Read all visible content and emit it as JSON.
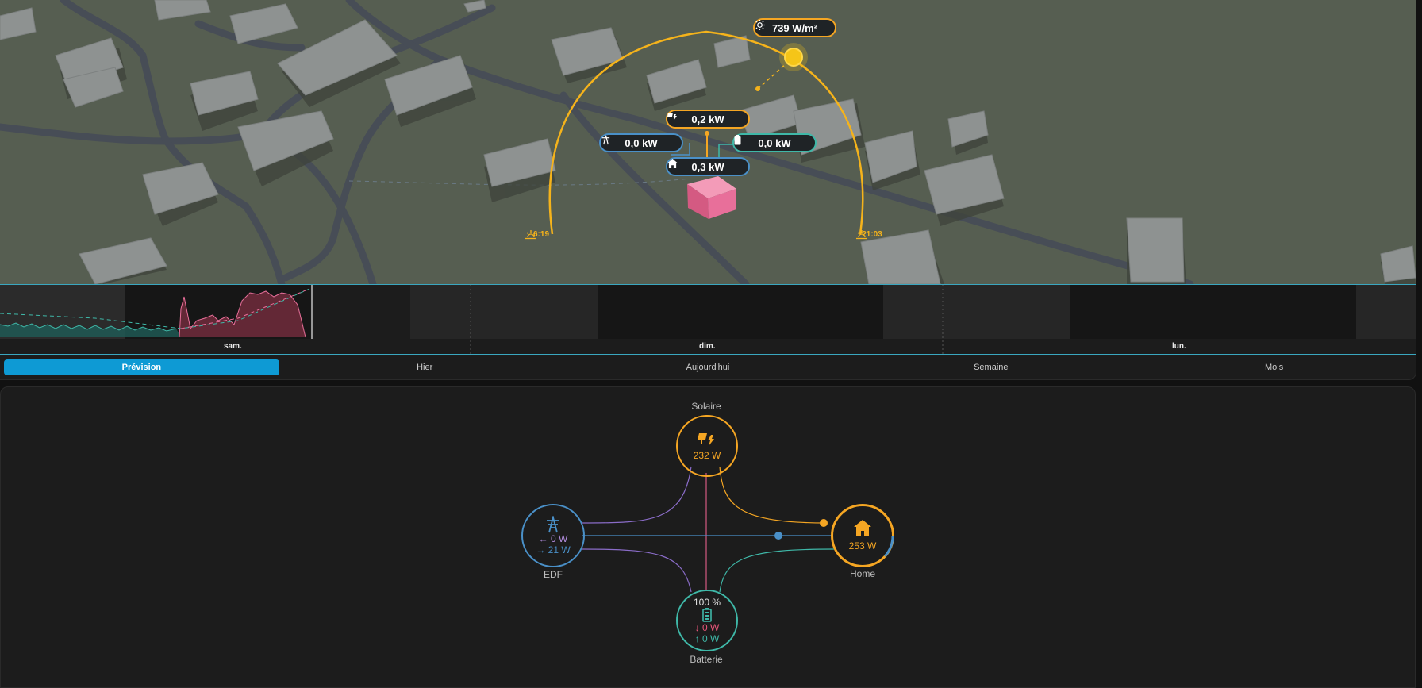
{
  "map": {
    "irradiance": "739 W/m²",
    "solar_power": "0,2 kW",
    "grid_power": "0,0 kW",
    "battery_power": "0,0 kW",
    "home_power": "0,3 kW",
    "sunrise": "6:19",
    "sunset": "21:03"
  },
  "timeline": {
    "days": [
      "sam.",
      "dim.",
      "lun."
    ]
  },
  "tabs": [
    {
      "label": "Prévision",
      "active": true
    },
    {
      "label": "Hier",
      "active": false
    },
    {
      "label": "Aujourd'hui",
      "active": false
    },
    {
      "label": "Semaine",
      "active": false
    },
    {
      "label": "Mois",
      "active": false
    }
  ],
  "energy": {
    "solar": {
      "label": "Solaire",
      "value": "232 W"
    },
    "grid": {
      "label": "EDF",
      "import": "0 W",
      "export": "21 W"
    },
    "home": {
      "label": "Home",
      "value": "253 W"
    },
    "battery": {
      "label": "Batterie",
      "soc": "100 %",
      "out": "0 W",
      "in": "0 W"
    }
  },
  "colors": {
    "solar": "#f5a623",
    "grid": "#4a90c8",
    "battery": "#3fb8a8",
    "accent": "#0e9ad4",
    "home_building": "#e86f9a"
  }
}
